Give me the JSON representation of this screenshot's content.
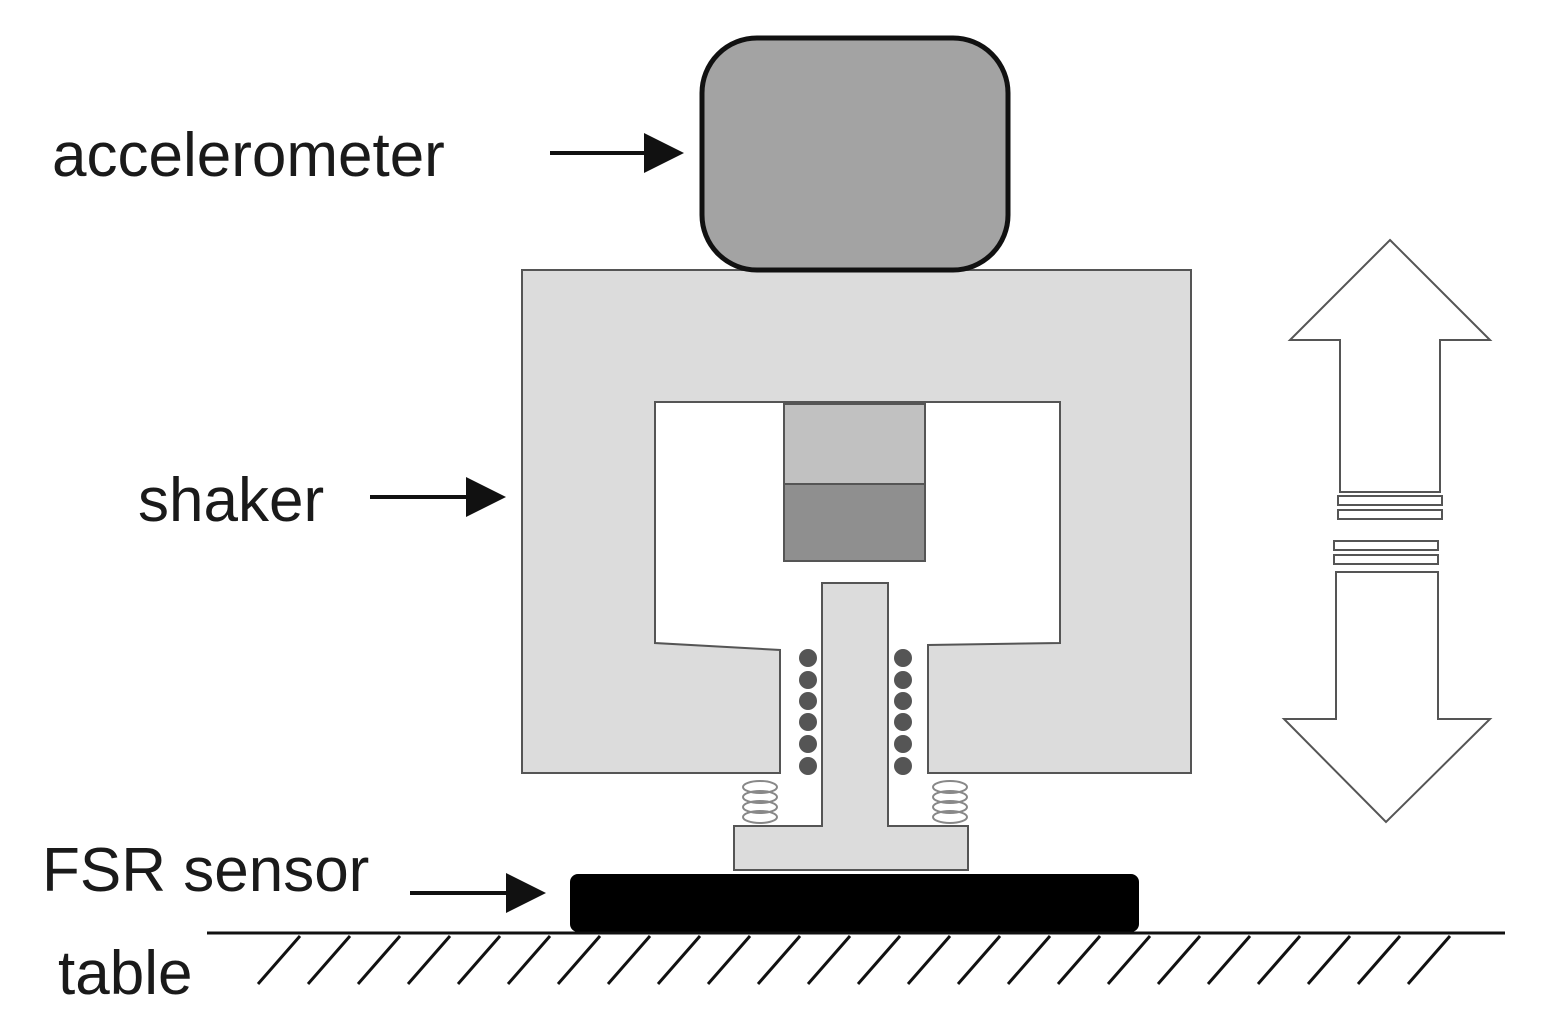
{
  "labels": {
    "accelerometer": "accelerometer",
    "shaker": "shaker",
    "fsr_sensor": "FSR sensor",
    "table": "table"
  },
  "colors": {
    "accelerometer_fill": "#a3a3a3",
    "shaker_body_fill": "#dcdcdc",
    "magnet_top_fill": "#c1c1c1",
    "magnet_bottom_fill": "#8f8f8f",
    "coil_fill": "#555555",
    "fsr_fill": "#000000",
    "outline": "#333333"
  }
}
